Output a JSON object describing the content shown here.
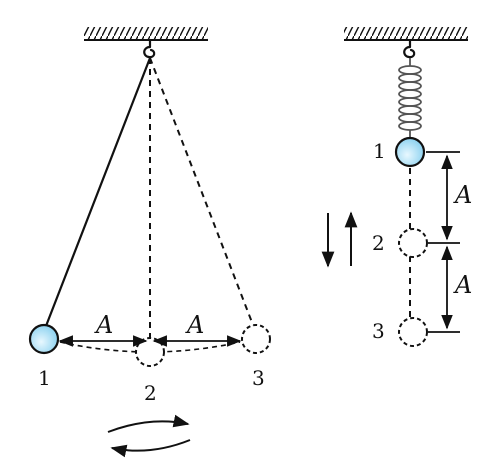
{
  "pendulum": {
    "positions": [
      "1",
      "2",
      "3"
    ],
    "amplitude_label_left": "A",
    "amplitude_label_right": "A"
  },
  "spring": {
    "positions": [
      "1",
      "2",
      "3"
    ],
    "amplitude_label_top": "A",
    "amplitude_label_bottom": "A"
  },
  "colors": {
    "bob_fill": "#b9e6f7",
    "line": "#111111",
    "spring_coil": "#555555"
  }
}
